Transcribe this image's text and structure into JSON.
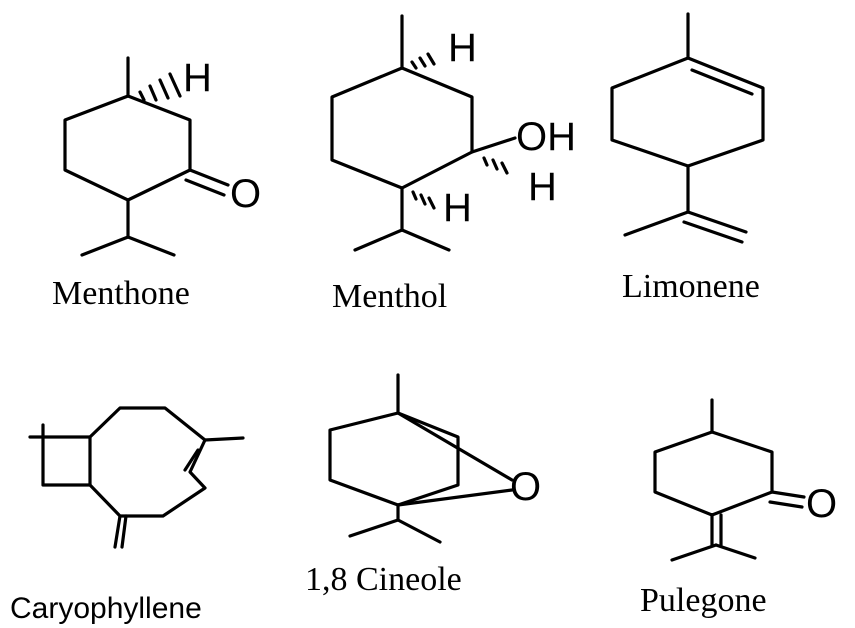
{
  "compounds": {
    "menthone": {
      "name": "Menthone",
      "atoms": {
        "h": "H",
        "o": "O"
      }
    },
    "menthol": {
      "name": "Menthol",
      "atoms": {
        "h_top": "H",
        "oh": "OH",
        "h_mid": "H",
        "h_bottom": "H"
      }
    },
    "limonene": {
      "name": "Limonene"
    },
    "caryophyllene": {
      "name": "Caryophyllene"
    },
    "cineole": {
      "name": "1,8 Cineole",
      "atoms": {
        "o": "O"
      }
    },
    "pulegone": {
      "name": "Pulegone",
      "atoms": {
        "o": "O"
      }
    }
  }
}
